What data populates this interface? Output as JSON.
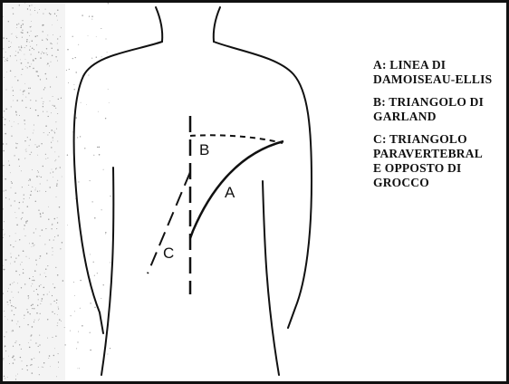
{
  "diagram": {
    "labels": {
      "a": "A",
      "b": "B",
      "c": "C"
    },
    "legend": [
      {
        "key": "A:",
        "line1": "LINEA DI",
        "line2": "DAMOISEAU-ELLIS"
      },
      {
        "key": "B:",
        "line1": "TRIANGOLO DI",
        "line2": "GARLAND"
      },
      {
        "key": "C:",
        "line1": "TRIANGOLO",
        "line2": "PARAVERTEBRAL",
        "line3": "E OPPOSTO DI",
        "line4": "GROCCO"
      }
    ]
  },
  "colors": {
    "ink": "#111111",
    "paper": "#ffffff"
  }
}
